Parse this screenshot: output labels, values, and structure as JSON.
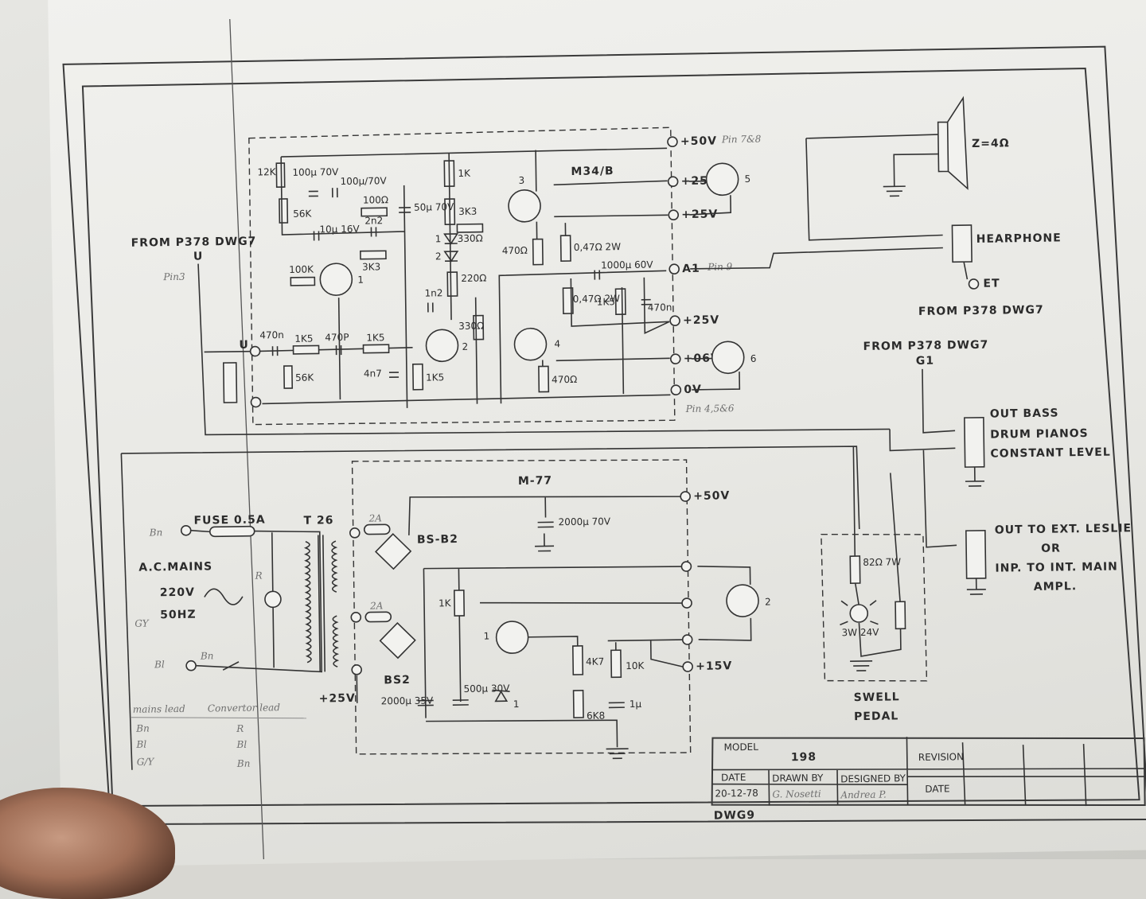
{
  "amplifier": {
    "module": "M34/B",
    "input": "FROM P378 DWG7",
    "input_node": "U",
    "input_node_inner": "U",
    "rails": [
      "+50V",
      "+25G",
      "+25V",
      "A1",
      "+25V",
      "+06V",
      "0V"
    ],
    "notes": {
      "pin3": "Pin3",
      "pin78": "Pin 7&8",
      "pin9": "Pin 9",
      "pin456": "Pin 4,5&6"
    },
    "resistors": [
      "12K",
      "56K",
      "100K",
      "1K5",
      "56K",
      "1K5",
      "100Ω",
      "3K3",
      "1K",
      "3K3",
      "330Ω",
      "220Ω",
      "330Ω",
      "1K5",
      "470Ω",
      "0,47Ω 2W",
      "0,47Ω 2W",
      "1K5",
      "470Ω"
    ],
    "capacitors": [
      "100μ 70V",
      "100μ/70V",
      "10μ 16V",
      "2n2",
      "50μ 70V",
      "470n",
      "470P",
      "4n7",
      "1n2",
      "1000μ 60V",
      "470n"
    ],
    "transistors": [
      "1",
      "2",
      "3",
      "4",
      "5",
      "6"
    ],
    "diodes": [
      "1",
      "2"
    ]
  },
  "speaker": {
    "impedance": "Z=4Ω"
  },
  "headphone": {
    "label": "HEARPHONE",
    "et": "ET",
    "from": "FROM P378 DWG7"
  },
  "outbass": {
    "from": "FROM P378 DWG7",
    "g1": "G1",
    "lines": [
      "OUT BASS",
      "DRUM PIANOS",
      "CONSTANT LEVEL"
    ]
  },
  "leslie": {
    "lines": [
      "OUT TO EXT. LESLIE",
      "OR",
      "INP. TO INT. MAIN",
      "AMPL."
    ]
  },
  "power": {
    "module": "M-77",
    "fuse": "FUSE 0.5A",
    "transformer": "T 26",
    "mains": [
      "A.C.MAINS",
      "220V",
      "50HZ"
    ],
    "bridges": [
      "BS-B2",
      "BS2"
    ],
    "fuses_small": [
      "2A",
      "2A"
    ],
    "rails": [
      "+50V",
      "+15V",
      "+25V"
    ],
    "caps": [
      "2000μ 70V",
      "2000μ 35V",
      "500μ 30V",
      "1μ"
    ],
    "resistors": [
      "1K",
      "4K7",
      "10K",
      "6K8"
    ],
    "transistors": [
      "1",
      "2"
    ],
    "zener": "1",
    "hand_labels": {
      "bn1": "Bn",
      "gy": "GY",
      "bl": "Bl",
      "bn2": "Bn",
      "r": "R"
    }
  },
  "swell": {
    "resistor": "82Ω 7W",
    "lamp": "3W 24V",
    "label": [
      "SWELL",
      "PEDAL"
    ]
  },
  "mains_table": {
    "headers": [
      "mains lead",
      "Convertor lead"
    ],
    "rows": [
      [
        "Bn",
        "R"
      ],
      [
        "Bl",
        "Bl"
      ],
      [
        "G/Y",
        "Bn"
      ]
    ]
  },
  "title_block": {
    "model_label": "MODEL",
    "model": "198",
    "date_label": "DATE",
    "date": "20-12-78",
    "drawn_label": "DRAWN BY",
    "drawn": "G. Nosetti",
    "designed_label": "DESIGNED BY",
    "designed": "Andrea P.",
    "revision_label": "REVISION",
    "rev_date_label": "DATE",
    "dwg": "DWG9"
  }
}
